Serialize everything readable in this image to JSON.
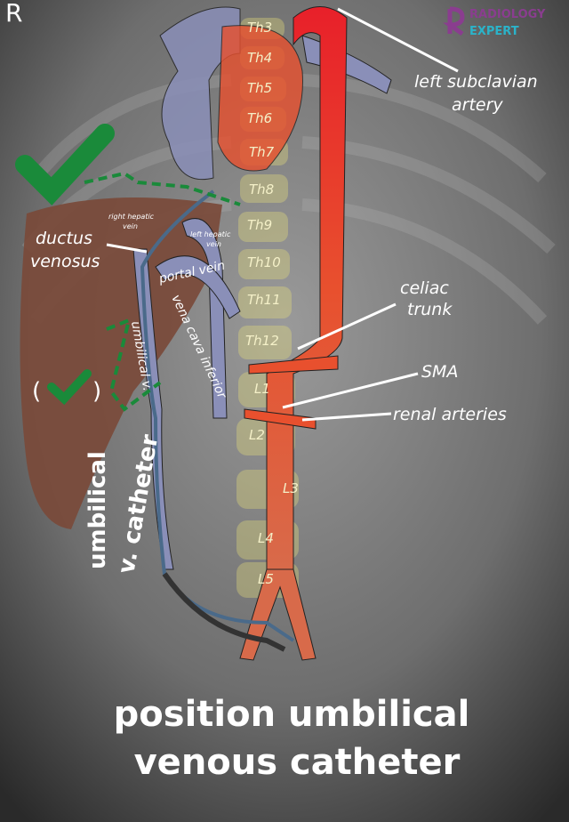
{
  "corner_marker": "R",
  "logo": {
    "line1": "RADIOLOGY",
    "line2": "EXPERT",
    "colors": {
      "primary": "#8a3d8f",
      "secondary": "#2bb3c9"
    }
  },
  "vertebrae": [
    "Th3",
    "Th4",
    "Th5",
    "Th6",
    "Th7",
    "Th8",
    "Th9",
    "Th10",
    "Th11",
    "Th12",
    "L1",
    "L2",
    "L3",
    "L4",
    "L5"
  ],
  "labels": {
    "left_subclavian": [
      "left subclavian",
      "artery"
    ],
    "celiac": [
      "celiac",
      "trunk"
    ],
    "sma": "SMA",
    "renal": "renal arteries",
    "ductus": [
      "ductus",
      "venosus"
    ],
    "right_hepatic": [
      "right hepatic",
      "vein"
    ],
    "left_hepatic": [
      "left hepatic",
      "vein"
    ],
    "portal": "portal vein",
    "ivc": "vena cava inferior",
    "umbilical_v": "umbilical v.",
    "catheter": [
      "umbilical",
      "v. catheter"
    ],
    "possible_mark": [
      "(",
      ")"
    ]
  },
  "title": [
    "position umbilical",
    "venous catheter"
  ],
  "colors": {
    "artery": "#e8432e",
    "vein": "#8a8fb8",
    "liver": "#7a4a3a",
    "check": "#1a8a3a",
    "vertebra": "#e8e07a"
  }
}
